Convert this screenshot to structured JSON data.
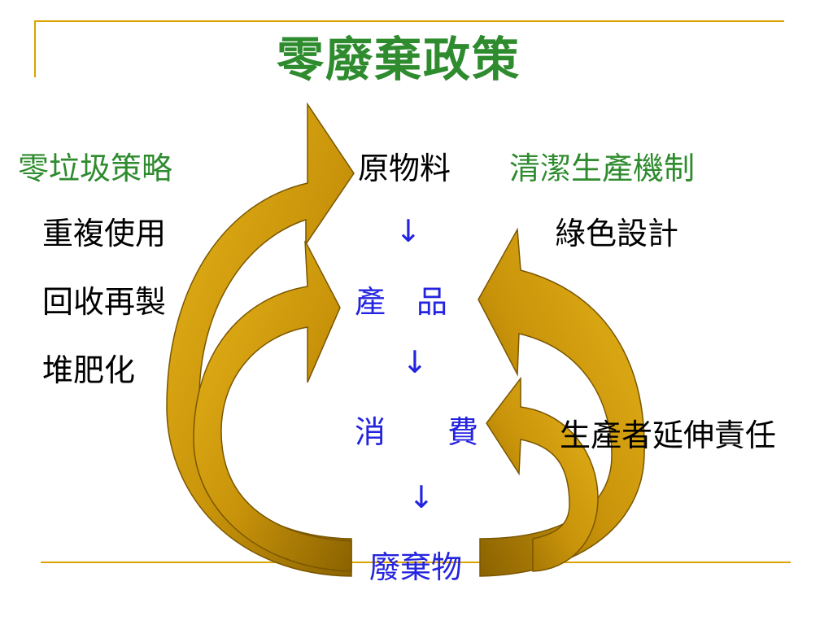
{
  "title": "零廢棄政策",
  "left_heading": "零垃圾策略",
  "left_items": [
    "重複使用",
    "回收再製",
    "堆肥化"
  ],
  "center_flow": {
    "raw": "原物料",
    "product": "產　品",
    "consume": "消　　費",
    "waste": "廢棄物",
    "arrow": "↓"
  },
  "right_heading": "清潔生產機制",
  "right_item_1": "綠色設計",
  "right_item_2": "生產者延伸責任",
  "colors": {
    "title": "#2e8b2e",
    "heading": "#2e8b2e",
    "flow": "#2424e0",
    "arrow_fill": "#c9960a",
    "frame_line": "#d9a300"
  }
}
